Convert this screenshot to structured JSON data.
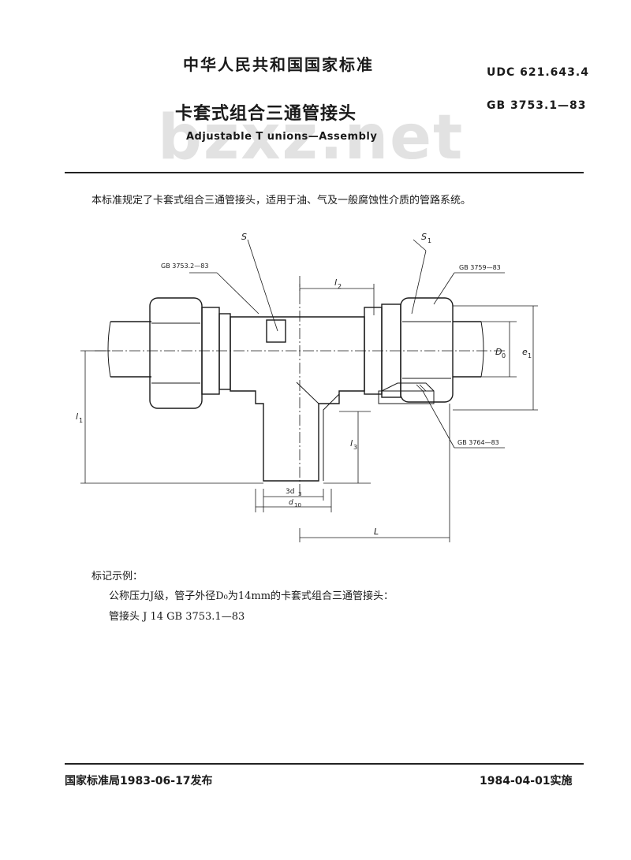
{
  "header": {
    "org": "中华人民共和国国家标准",
    "udc": "UDC  621.643.4",
    "title_cn": "卡套式组合三通管接头",
    "gb_code": "GB  3753.1—83",
    "title_en": "Adjustable T  unions—Assembly",
    "watermark": "bzxz.net"
  },
  "intro": "本标准规定了卡套式组合三通管接头，适用于油、气及一般腐蚀性介质的管路系统。",
  "drawing": {
    "callouts": {
      "s": "S",
      "s1": "S",
      "s1_sub": "1",
      "ref_left": "GB 3753.2—83",
      "ref_right": "GB 3759—83",
      "ref_bottom": "GB 3764—83"
    },
    "dimensions": {
      "l1": "l",
      "l1_sub": "1",
      "l2": "l",
      "l2_sub": "2",
      "l3": "l",
      "l3_sub": "3",
      "L": "L",
      "D0": "D",
      "D0_sub": "0",
      "e1": "e",
      "e1_sub": "1",
      "d3": "3d",
      "d3_sub": "3",
      "d10": "d",
      "d10_sub": "10"
    }
  },
  "example": {
    "heading": "标记示例：",
    "line1": "公称压力J级，管子外径D₀为14mm的卡套式组合三通管接头：",
    "line2": "管接头   J 14   GB  3753.1—83"
  },
  "footer": {
    "issued": "国家标准局1983-06-17发布",
    "effective": "1984-04-01实施"
  }
}
